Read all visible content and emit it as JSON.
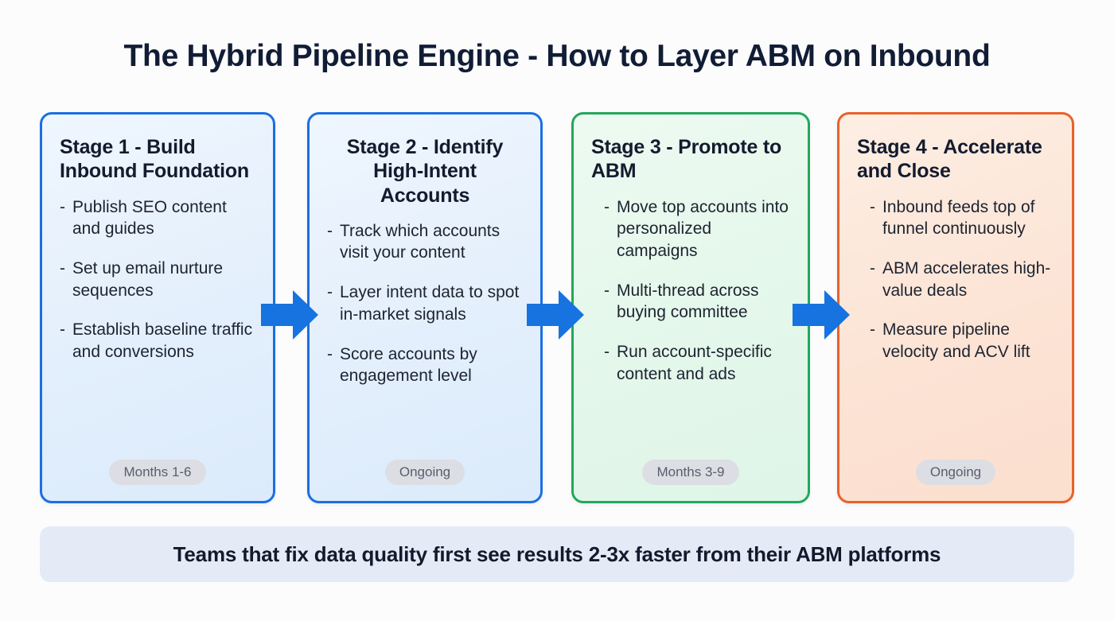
{
  "page": {
    "title": "The Hybrid Pipeline Engine - How to Layer ABM on Inbound",
    "background_color": "#fcfcfd",
    "title_color": "#111c35"
  },
  "stages": [
    {
      "id": "stage-1",
      "title": "Stage 1 - Build Inbound Foundation",
      "title_align": "left",
      "theme": "blue",
      "border_color": "#1b6fe0",
      "bullets": [
        "Publish SEO content and guides",
        "Set up email nurture sequences",
        "Establish baseline traffic and conversions"
      ],
      "badge": "Months 1-6"
    },
    {
      "id": "stage-2",
      "title": "Stage 2 - Identify High-Intent Accounts",
      "title_align": "center",
      "theme": "blue",
      "border_color": "#1b6fe0",
      "bullets": [
        "Track which accounts visit your content",
        "Layer intent data to spot in-market signals",
        "Score accounts by engagement level"
      ],
      "badge": "Ongoing"
    },
    {
      "id": "stage-3",
      "title": "Stage 3 - Promote to ABM",
      "title_align": "left",
      "theme": "green",
      "border_color": "#22a85a",
      "bullets": [
        "Move top accounts into personalized campaigns",
        "Multi-thread across buying committee",
        "Run account-specific content and ads"
      ],
      "badge": "Months 3-9"
    },
    {
      "id": "stage-4",
      "title": "Stage 4 - Accelerate and Close",
      "title_align": "left",
      "theme": "orange",
      "border_color": "#e8622a",
      "bullets": [
        "Inbound feeds top of funnel continuously",
        "ABM accelerates high-value deals",
        "Measure pipeline velocity and ACV lift"
      ],
      "badge": "Ongoing"
    }
  ],
  "connectors": {
    "icon": "right-arrow-icon",
    "color": "#1673e0",
    "count": 3
  },
  "bullet_marker": "-",
  "footer": {
    "text": "Teams that fix data quality first see results 2-3x faster from their ABM platforms",
    "background_color": "#e5eaf7",
    "text_color": "#131a2c"
  }
}
